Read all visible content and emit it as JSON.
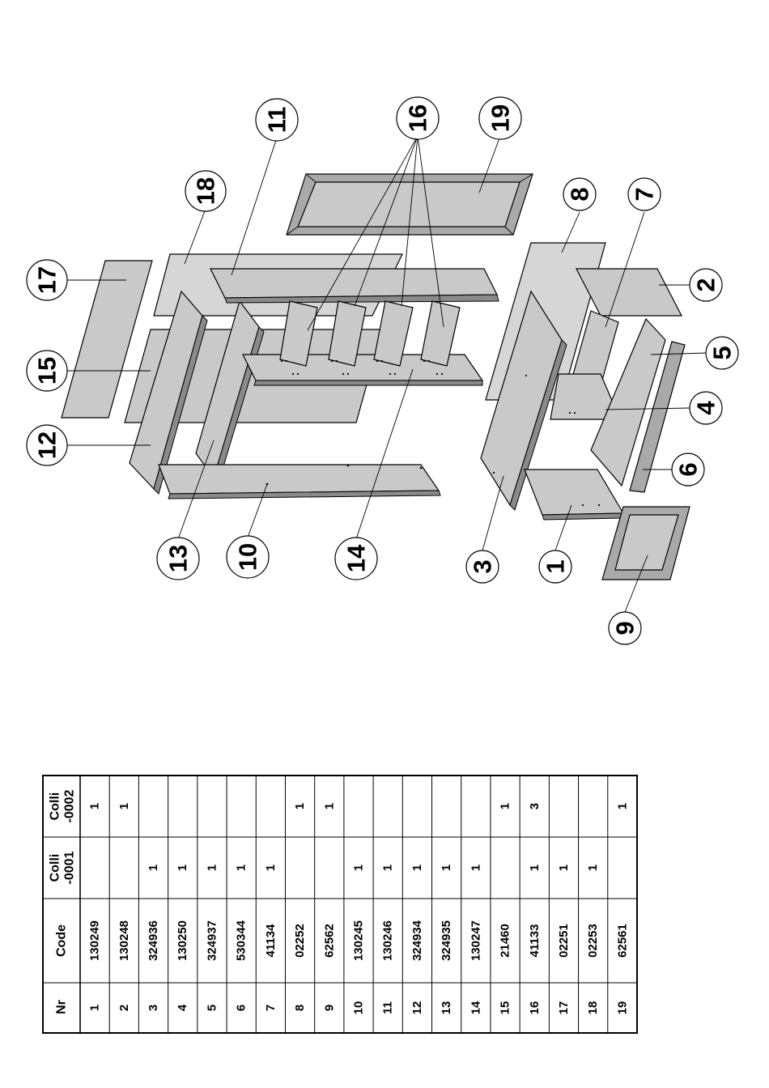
{
  "diagram": {
    "callouts": [
      "1",
      "2",
      "3",
      "4",
      "5",
      "6",
      "7",
      "8",
      "9",
      "10",
      "11",
      "12",
      "13",
      "14",
      "15",
      "16",
      "17",
      "18",
      "19"
    ]
  },
  "parts_table": {
    "headers": {
      "nr": "Nr",
      "code": "Code",
      "colli1": "Colli\n-0001",
      "colli2": "Colli\n-0002"
    },
    "headers_colli1_lines": [
      "Colli",
      "-0001"
    ],
    "headers_colli2_lines": [
      "Colli",
      "-0002"
    ],
    "rows": [
      {
        "nr": "1",
        "code": "130249",
        "colli1": "",
        "colli2": "1"
      },
      {
        "nr": "2",
        "code": "130248",
        "colli1": "",
        "colli2": "1"
      },
      {
        "nr": "3",
        "code": "324936",
        "colli1": "1",
        "colli2": ""
      },
      {
        "nr": "4",
        "code": "130250",
        "colli1": "1",
        "colli2": ""
      },
      {
        "nr": "5",
        "code": "324937",
        "colli1": "1",
        "colli2": ""
      },
      {
        "nr": "6",
        "code": "530344",
        "colli1": "1",
        "colli2": ""
      },
      {
        "nr": "7",
        "code": "41134",
        "colli1": "1",
        "colli2": ""
      },
      {
        "nr": "8",
        "code": "02252",
        "colli1": "",
        "colli2": "1"
      },
      {
        "nr": "9",
        "code": "62562",
        "colli1": "",
        "colli2": "1"
      },
      {
        "nr": "10",
        "code": "130245",
        "colli1": "1",
        "colli2": ""
      },
      {
        "nr": "11",
        "code": "130246",
        "colli1": "1",
        "colli2": ""
      },
      {
        "nr": "12",
        "code": "324934",
        "colli1": "1",
        "colli2": ""
      },
      {
        "nr": "13",
        "code": "324935",
        "colli1": "1",
        "colli2": ""
      },
      {
        "nr": "14",
        "code": "130247",
        "colli1": "1",
        "colli2": ""
      },
      {
        "nr": "15",
        "code": "21460",
        "colli1": "",
        "colli2": "1"
      },
      {
        "nr": "16",
        "code": "41133",
        "colli1": "1",
        "colli2": "3"
      },
      {
        "nr": "17",
        "code": "02251",
        "colli1": "1",
        "colli2": ""
      },
      {
        "nr": "18",
        "code": "02253",
        "colli1": "1",
        "colli2": ""
      },
      {
        "nr": "19",
        "code": "62561",
        "colli1": "",
        "colli2": "1"
      }
    ]
  }
}
